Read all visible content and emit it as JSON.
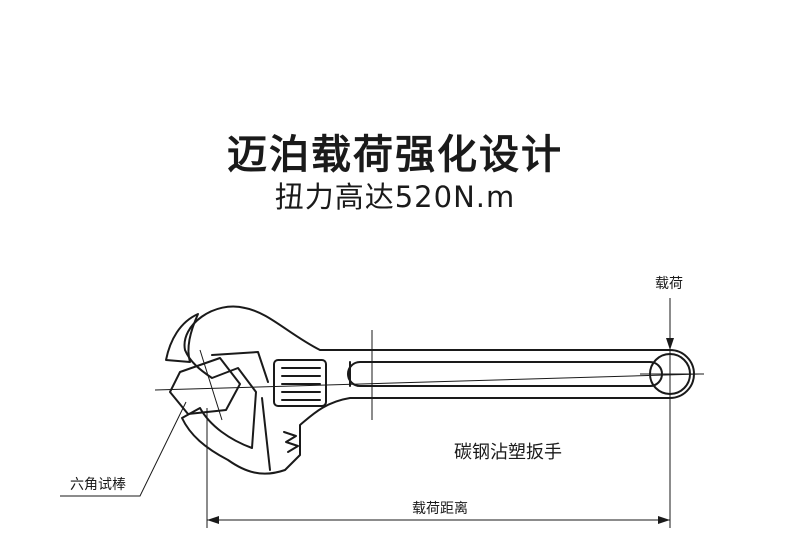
{
  "header": {
    "title": "迈泊载荷强化设计",
    "subtitle": "扭力高达520N.m"
  },
  "diagram": {
    "load_label": "载荷",
    "material_label": "碳钢沾塑扳手",
    "test_rod_label": "六角试棒",
    "load_distance_label": "载荷距离"
  }
}
